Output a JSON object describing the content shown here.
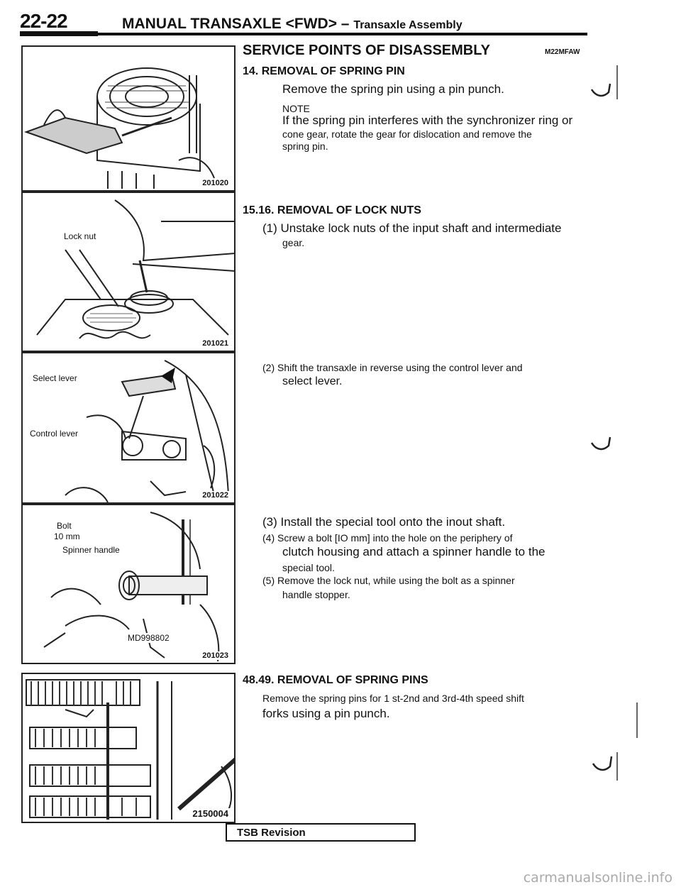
{
  "header": {
    "page_number": "22-22",
    "title": "MANUAL TRANSAXLE <FWD> –",
    "subtitle": "Transaxle Assembly"
  },
  "figures": [
    {
      "number": "201020",
      "callouts": []
    },
    {
      "number": "201021",
      "callouts": [
        "Lock nut"
      ]
    },
    {
      "number": "201022",
      "callouts": [
        "Select lever",
        "Control lever"
      ]
    },
    {
      "number": "201023",
      "callouts": [
        "Bolt",
        "10 mm",
        "Spinner handle",
        "MD998802"
      ]
    },
    {
      "number": "2150004",
      "callouts": []
    }
  ],
  "content": {
    "section_heading": "SERVICE POINTS OF DISASSEMBLY",
    "section_code": "M22MFAW",
    "step14": {
      "heading": "14. REMOVAL OF SPRING PIN",
      "text": "Remove the spring pin using a pin punch.",
      "note_label": "NOTE",
      "note_lines": [
        "If the spring pin interferes with the synchronizer ring or",
        "cone gear, rotate the gear for dislocation and remove the",
        "spring pin."
      ]
    },
    "step15": {
      "heading": "15.16. REMOVAL OF LOCK NUTS",
      "item1_lines": [
        "(1) Unstake lock nuts of the input shaft and intermediate",
        "gear."
      ],
      "item2_lines": [
        "(2) Shift the transaxle in reverse using the control lever and",
        "select lever."
      ],
      "item3": "(3) Install the special tool onto the inout shaft.",
      "item4_lines": [
        "(4) Screw a bolt [IO mm] into the hole on the periphery of",
        "clutch housing and attach a spinner handle to the",
        "special tool."
      ],
      "item5_lines": [
        "(5) Remove the lock nut, while using the bolt as a spinner",
        "handle stopper."
      ]
    },
    "step48": {
      "heading": "48.49. REMOVAL OF SPRING PINS",
      "text_lines": [
        "Remove the spring pins for 1 st-2nd and 3rd-4th speed shift",
        "forks using a pin punch."
      ]
    }
  },
  "footer": {
    "tsb_label": "TSB Revision",
    "watermark": "carmanualsonline.info"
  }
}
